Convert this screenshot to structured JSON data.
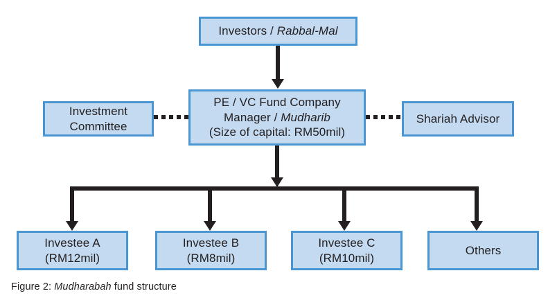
{
  "figure": {
    "caption_prefix": "Figure 2: ",
    "caption_italic": "Mudharabah",
    "caption_suffix": " fund structure"
  },
  "colors": {
    "box_fill": "#c3daf0",
    "box_border": "#4a96d2",
    "connector": "#231f20",
    "text": "#231f20",
    "background": "#ffffff"
  },
  "nodes": {
    "investors": {
      "label": "Investors / ",
      "label_italic": "Rabbal-Mal"
    },
    "fund_manager": {
      "line1": "PE / VC Fund Company",
      "line2_prefix": "Manager / ",
      "line2_italic": "Mudharib",
      "line3": "(Size of capital: RM50mil)"
    },
    "investment_committee": {
      "line1": "Investment",
      "line2": "Committee"
    },
    "shariah_advisor": {
      "label": "Shariah Advisor"
    },
    "investees": [
      {
        "name": "Investee A",
        "amount": "(RM12mil)"
      },
      {
        "name": "Investee B",
        "amount": "(RM8mil)"
      },
      {
        "name": "Investee C",
        "amount": "(RM10mil)"
      },
      {
        "name": "Others",
        "amount": ""
      }
    ]
  }
}
